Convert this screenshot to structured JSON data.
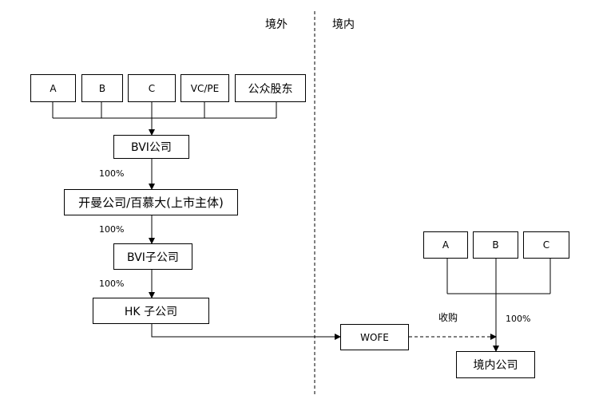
{
  "regions": {
    "offshore": "境外",
    "onshore": "境内"
  },
  "shareholders": [
    "A",
    "B",
    "C",
    "VC/PE",
    "公众股东"
  ],
  "entities": {
    "bvi_company": "BVI公司",
    "listed_entity": "开曼公司/百慕大(上市主体)",
    "bvi_subsidiary": "BVI子公司",
    "hk_subsidiary": "HK 子公司",
    "wofe": "WOFE",
    "domestic_company": "境内公司"
  },
  "domestic_shareholders": [
    "A",
    "B",
    "C"
  ],
  "labels": {
    "pct_bvi_to_listed": "100%",
    "pct_listed_to_bvi_sub": "100%",
    "pct_bvi_sub_to_hk": "100%",
    "acquisition": "收购",
    "pct_domestic": "100%"
  }
}
